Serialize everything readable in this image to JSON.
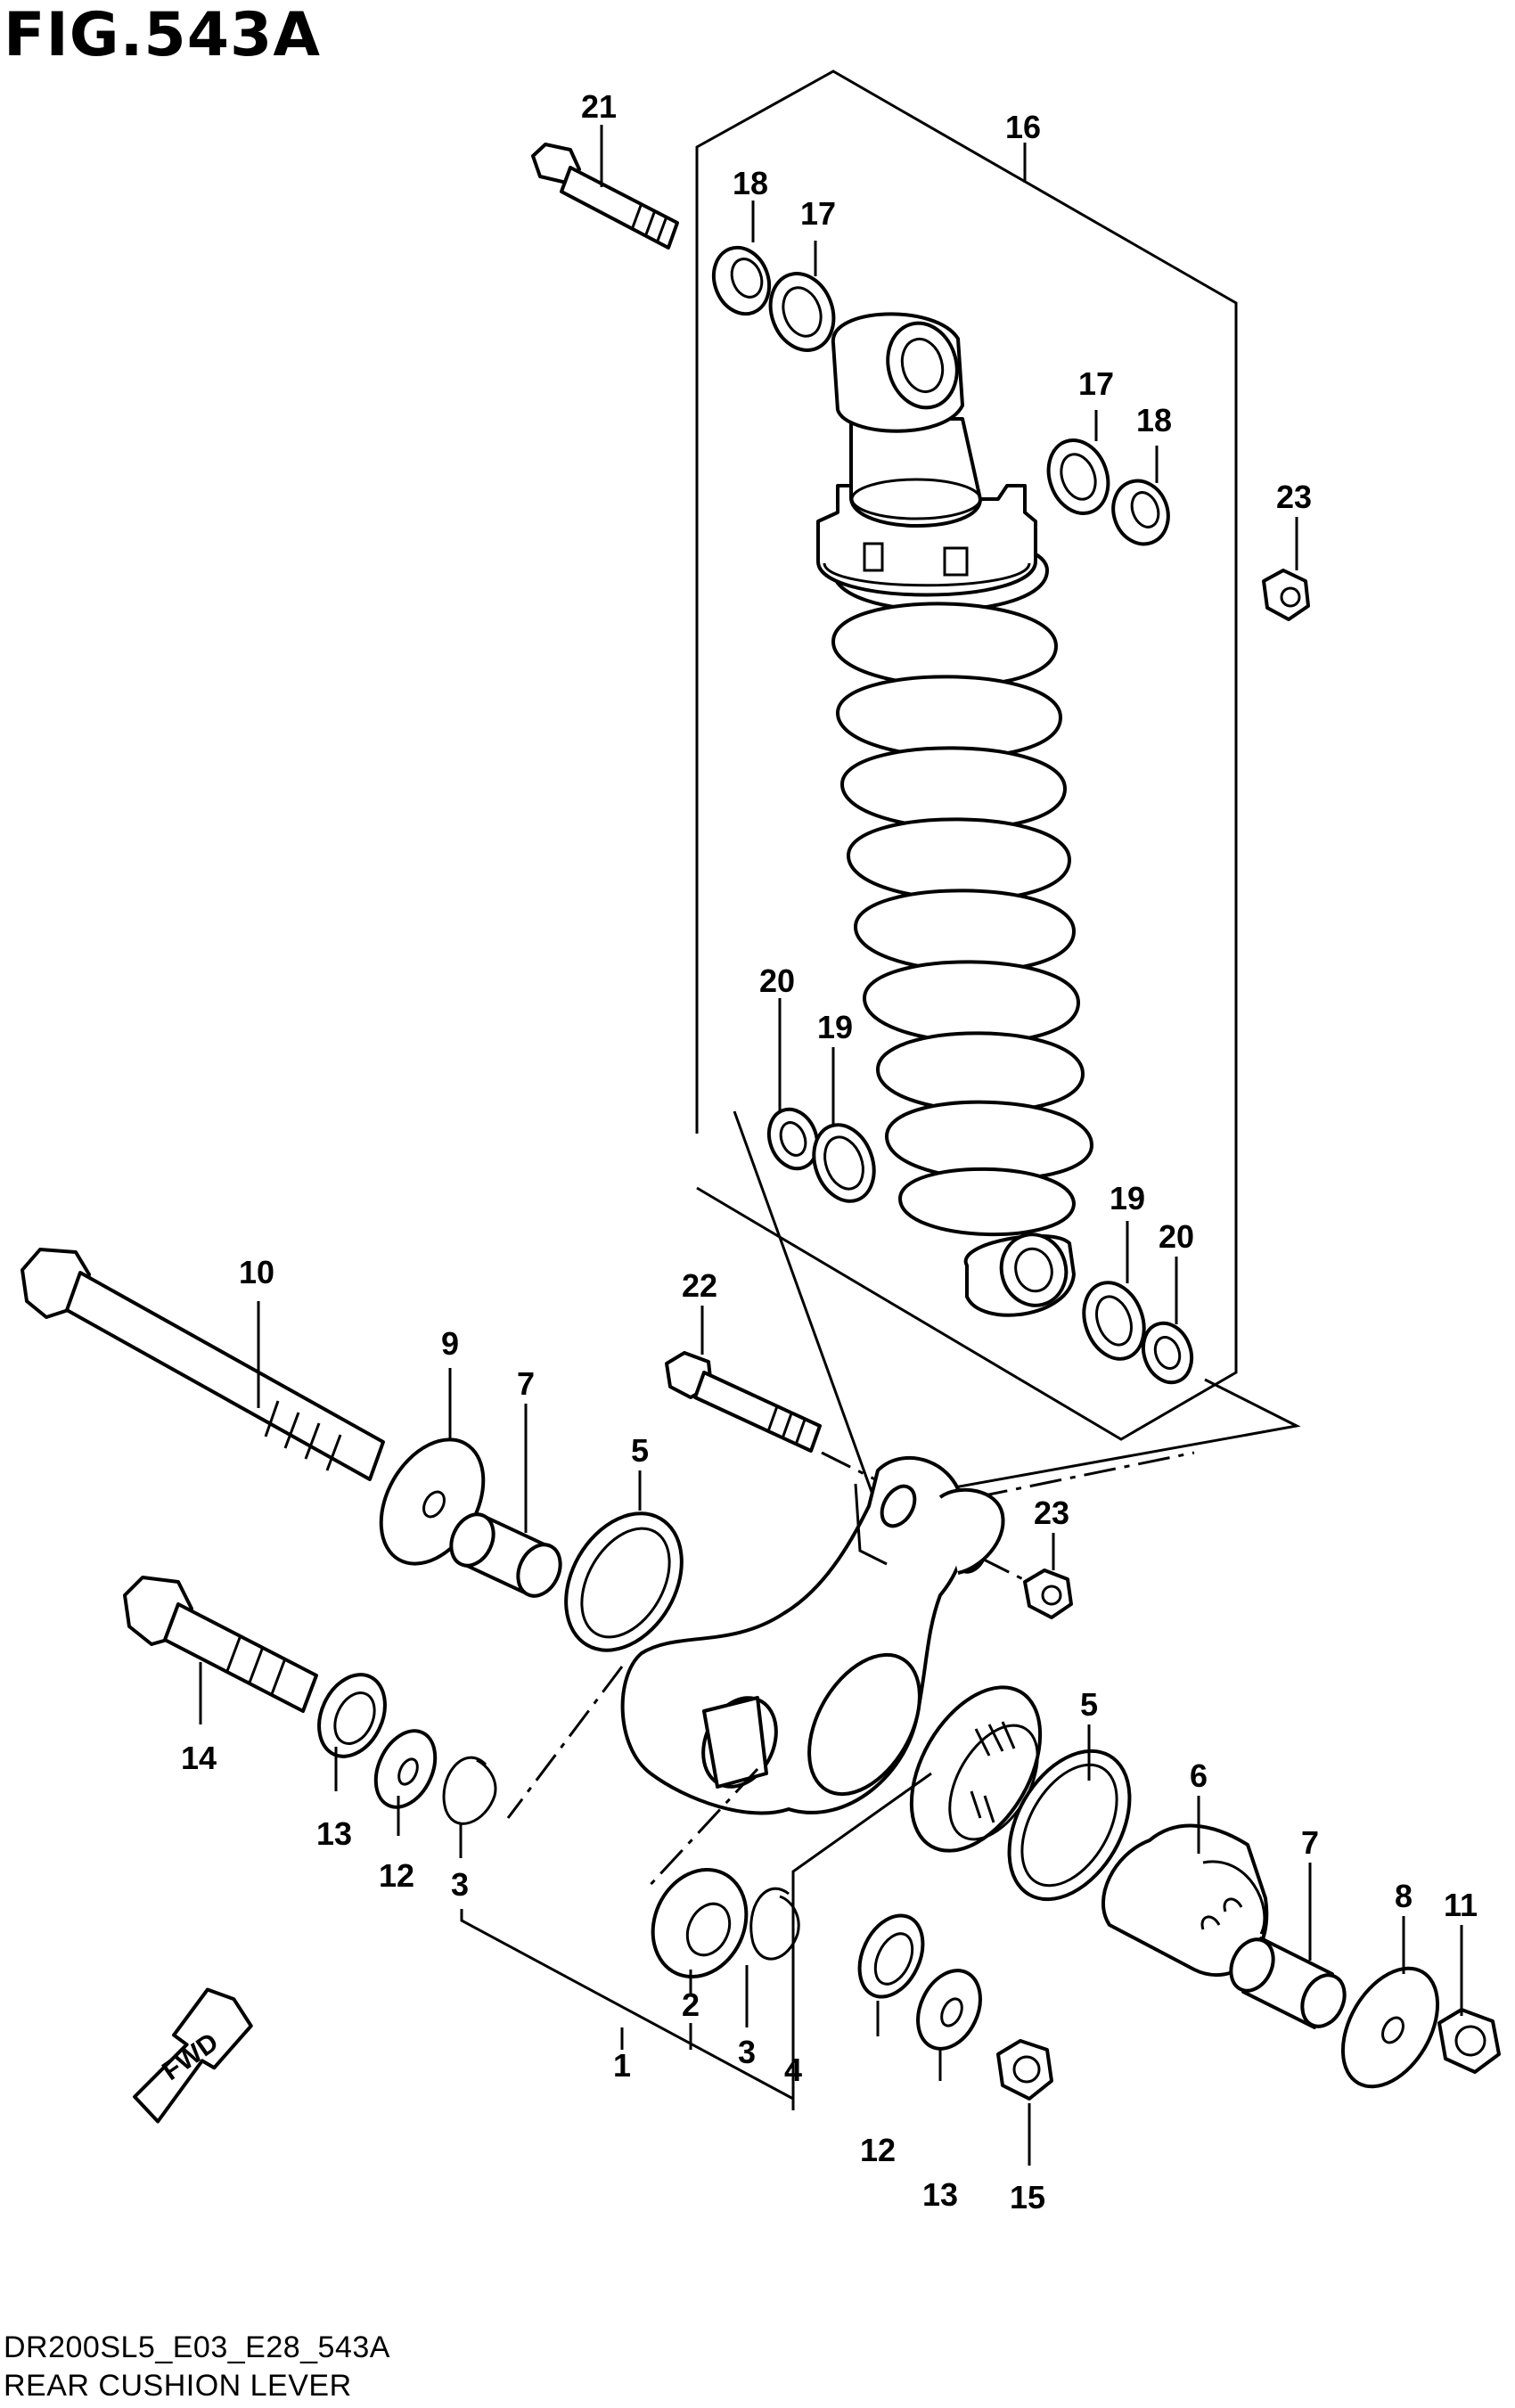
{
  "figure": {
    "title": "FIG.543A",
    "model_code": "DR200SL5_E03_E28_543A",
    "section_name": "REAR CUSHION LEVER"
  },
  "fwd_label": "FWD",
  "callouts": {
    "c21": "21",
    "c16": "16",
    "c18a": "18",
    "c17a": "17",
    "c17b": "17",
    "c18b": "18",
    "c23a": "23",
    "c20a": "20",
    "c19a": "19",
    "c19b": "19",
    "c20b": "20",
    "c10": "10",
    "c22": "22",
    "c9": "9",
    "c7a": "7",
    "c5a": "5",
    "c23b": "23",
    "c14": "14",
    "c13a": "13",
    "c12a": "12",
    "c3a": "3",
    "c5b": "5",
    "c6": "6",
    "c7b": "7",
    "c8": "8",
    "c11": "11",
    "c2": "2",
    "c3b": "3",
    "c1": "1",
    "c4": "4",
    "c12b": "12",
    "c13b": "13",
    "c15": "15"
  }
}
